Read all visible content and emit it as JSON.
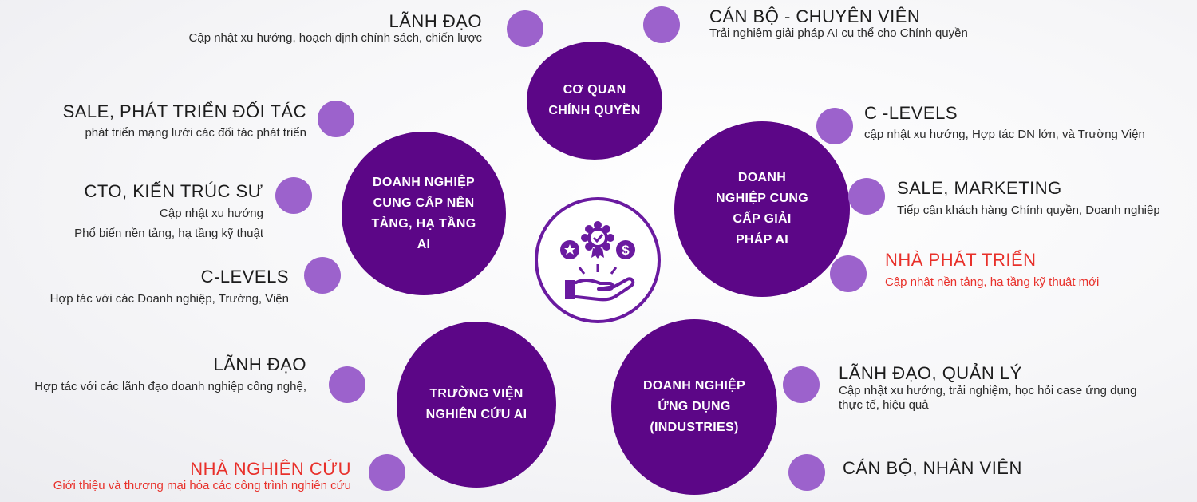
{
  "colors": {
    "main_circle": "#5c0687",
    "dot": "#9c62cc",
    "highlight": "#e8302a"
  },
  "center_icon": "hand-with-badges-icon",
  "groups": {
    "government": {
      "label": "CƠ QUAN CHÍNH QUYỀN",
      "roles": [
        {
          "title": "LÃNH ĐẠO",
          "desc": "Cập nhật xu hướng, hoạch định chính sách, chiến lược"
        },
        {
          "title": "CÁN BỘ - CHUYÊN VIÊN",
          "desc": "Trải nghiệm giải pháp AI cụ thể cho Chính quyền"
        }
      ]
    },
    "platform_providers": {
      "label": "DOANH NGHIỆP CUNG CẤP NỀN TẢNG, HẠ TẦNG AI",
      "roles": [
        {
          "title": "SALE, PHÁT TRIỂN ĐỐI TÁC",
          "desc": "phát triển mạng lưới các đối tác phát triển"
        },
        {
          "title": "CTO, KIẾN TRÚC SƯ",
          "desc": [
            "Cập nhật xu hướng",
            "Phổ biến nền tảng, hạ tầng kỹ thuật"
          ]
        },
        {
          "title": "C-LEVELS",
          "desc": "Hợp tác với các Doanh nghiệp, Trường, Viện"
        }
      ]
    },
    "solution_providers": {
      "label": "DOANH NGHIỆP CUNG CẤP GIẢI PHÁP AI",
      "roles": [
        {
          "title": "C -LEVELS",
          "desc": "cập nhật xu hướng, Hợp tác DN lớn, và Trường Viện"
        },
        {
          "title": "SALE, MARKETING",
          "desc": "Tiếp cận khách hàng Chính quyền, Doanh nghiệp"
        },
        {
          "title": "NHÀ PHÁT TRIỂN",
          "desc": "Cập nhật nền tảng, hạ tầng kỹ thuật mới"
        }
      ]
    },
    "institutes": {
      "label": "TRƯỜNG VIỆN NGHIÊN CỨU AI",
      "roles": [
        {
          "title": "LÃNH ĐẠO",
          "desc": "Hợp tác với các lãnh đạo doanh nghiệp công nghệ,"
        },
        {
          "title": "NHÀ NGHIÊN CỨU",
          "desc": "Giới thiệu và thương mại hóa các công trình nghiên cứu"
        }
      ]
    },
    "industries": {
      "label": "DOANH NGHIỆP ỨNG DỤNG (INDUSTRIES)",
      "roles": [
        {
          "title": "LÃNH ĐẠO, QUẢN LÝ",
          "desc": [
            "Cập nhật xu hướng, trải nghiệm, học hỏi case ứng dụng",
            "thực tế, hiệu quả"
          ]
        },
        {
          "title": "CÁN BỘ, NHÂN VIÊN"
        }
      ]
    }
  }
}
